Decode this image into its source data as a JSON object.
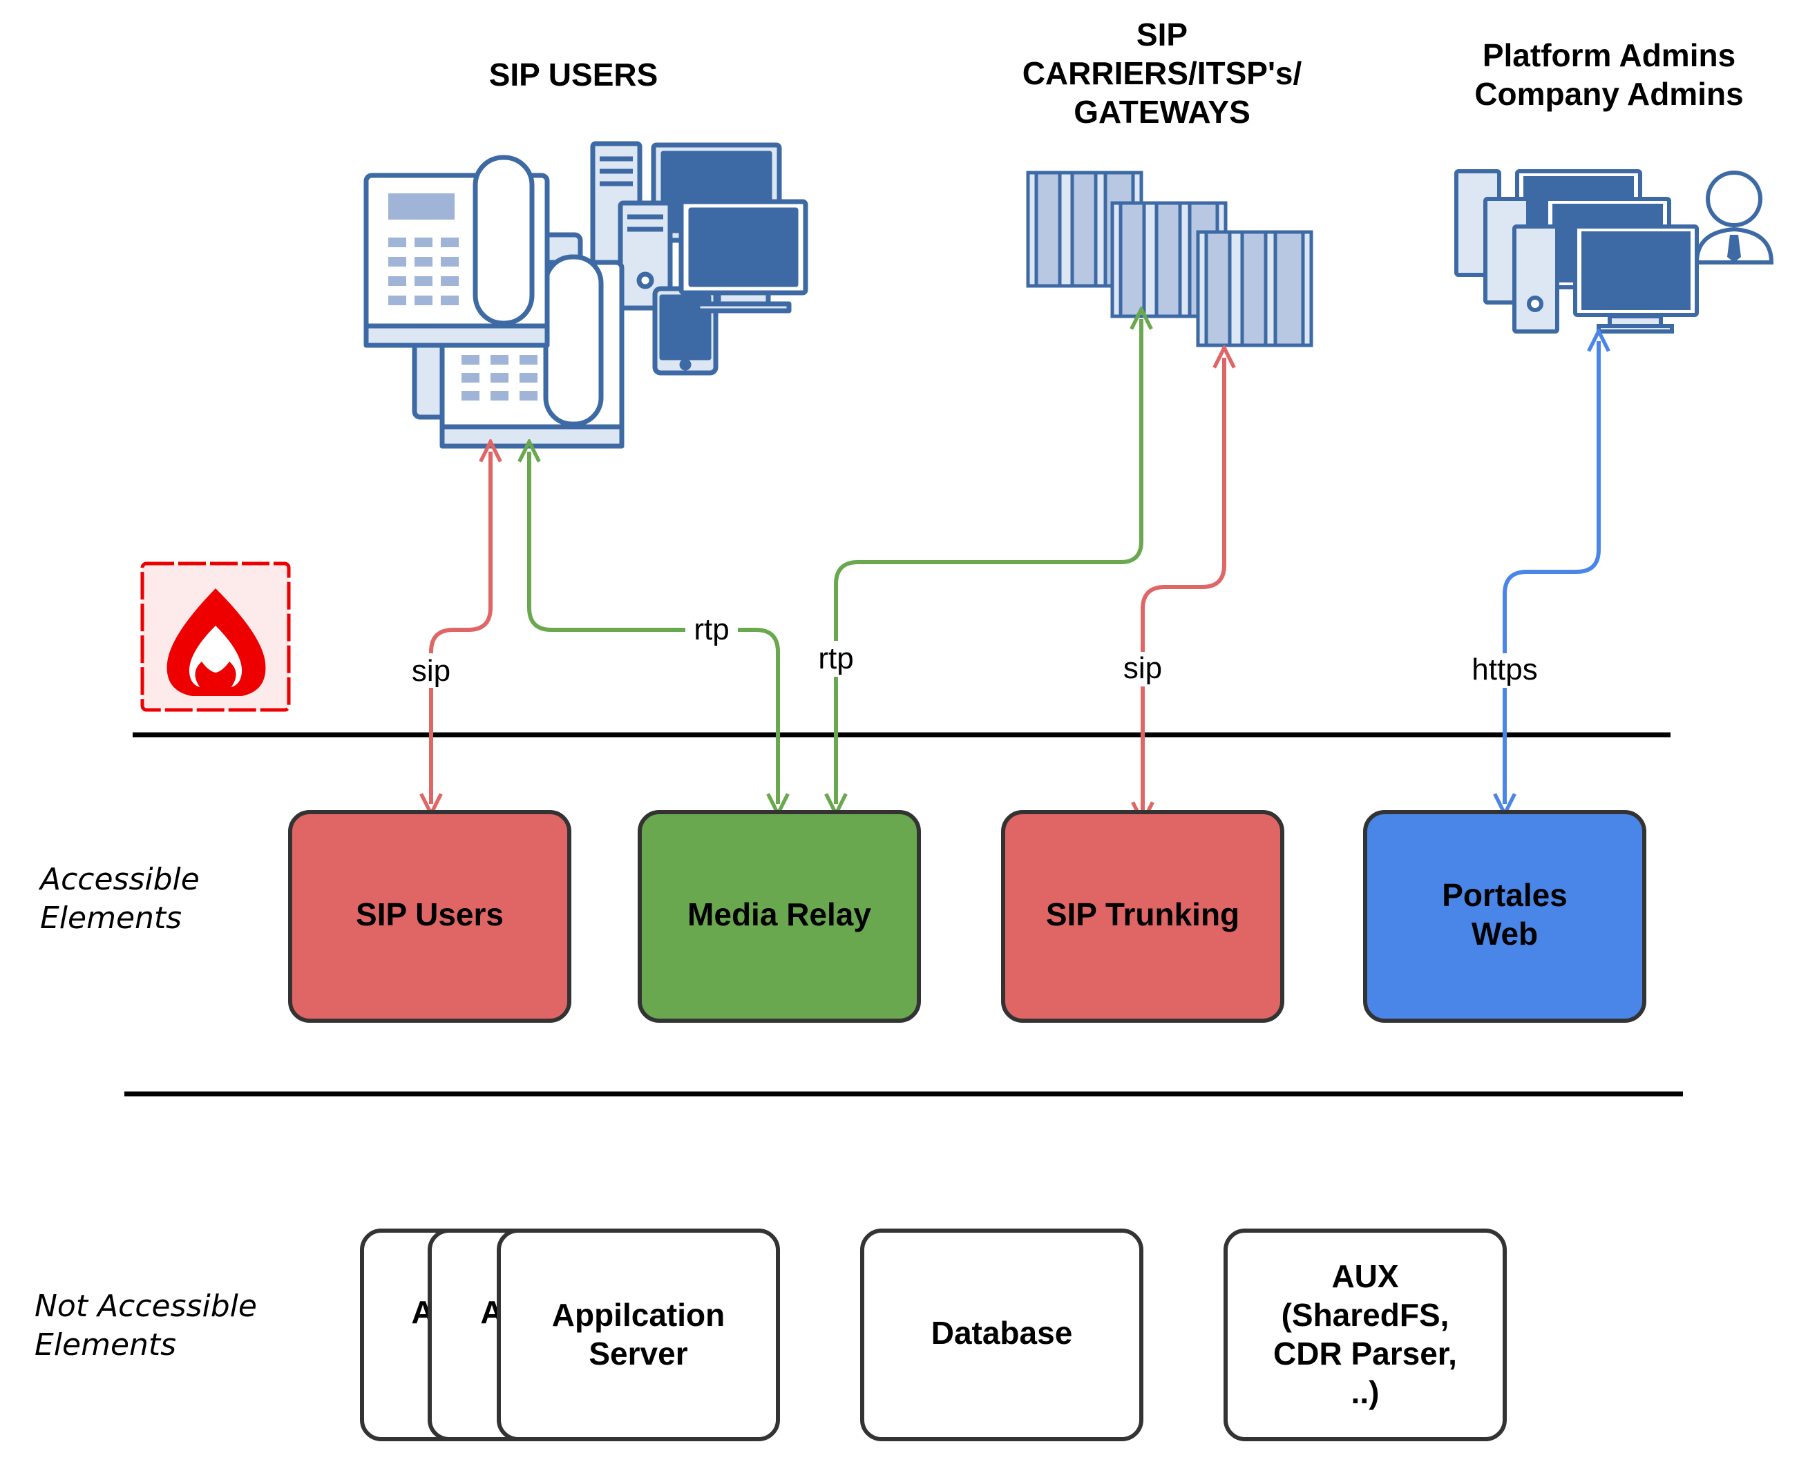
{
  "titles": {
    "sip_users": "SIP USERS",
    "carriers": [
      "SIP",
      "CARRIERS/ITSP's/",
      "GATEWAYS"
    ],
    "admins": [
      "Platform Admins",
      "Company Admins"
    ]
  },
  "side_labels": {
    "accessible": [
      "Accessible",
      "Elements"
    ],
    "not_accessible": [
      "Not Accessible",
      "Elements"
    ]
  },
  "edge_labels": {
    "sip_users": "sip",
    "rtp_users": "rtp",
    "rtp_carriers": "rtp",
    "sip_trunking": "sip",
    "https": "https"
  },
  "boxes": {
    "sip_users": "SIP Users",
    "media_relay": "Media Relay",
    "sip_trunking": "SIP Trunking",
    "portales_web": [
      "Portales",
      "Web"
    ],
    "app_server_stack_1": "A",
    "app_server_stack_2": "A",
    "app_server": [
      "Appilcation",
      "Server"
    ],
    "database": "Database",
    "aux": [
      "AUX",
      "(SharedFS,",
      "CDR Parser,",
      "..)"
    ]
  },
  "colors": {
    "sip": "#e06666",
    "rtp": "#6aa84f",
    "https": "#4a86e8",
    "box_sip": "#e06666",
    "box_rtp": "#6aa84f",
    "box_https": "#4a86e8",
    "icon_fill": "#3d6aa5",
    "icon_light": "#dde6f3",
    "firewall": "#ee0000"
  }
}
